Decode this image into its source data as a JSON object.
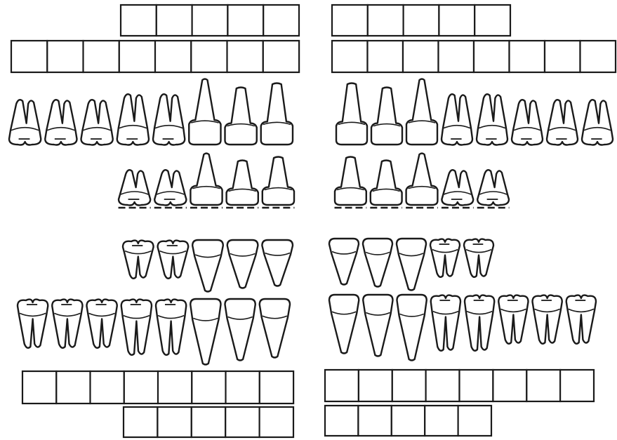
{
  "colors": {
    "ink": "#1a1a1a",
    "paper": "#ffffff",
    "cell_fill": "#ffffff"
  },
  "chart": {
    "title": "",
    "subject": "dental-chart"
  },
  "quadrants": {
    "upper_right": {
      "permanent": [
        "molar",
        "molar",
        "molar",
        "premolar",
        "premolar",
        "canine",
        "incisor-lateral",
        "incisor-central"
      ],
      "primary": [
        "molar",
        "molar",
        "canine",
        "incisor-lateral",
        "incisor-central"
      ],
      "permanent_cells": 8,
      "primary_cells": 5
    },
    "upper_left": {
      "permanent": [
        "incisor-central",
        "incisor-lateral",
        "canine",
        "premolar",
        "premolar",
        "molar",
        "molar",
        "molar"
      ],
      "primary": [
        "incisor-central",
        "incisor-lateral",
        "canine",
        "molar",
        "molar"
      ],
      "permanent_cells": 8,
      "primary_cells": 5
    },
    "lower_right": {
      "permanent": [
        "molar",
        "molar",
        "molar",
        "premolar",
        "premolar",
        "canine",
        "incisor-lateral",
        "incisor-central"
      ],
      "primary": [
        "molar",
        "molar",
        "canine",
        "incisor-lateral",
        "incisor-central"
      ],
      "permanent_cells": 8,
      "primary_cells": 5
    },
    "lower_left": {
      "permanent": [
        "incisor-central",
        "incisor-lateral",
        "canine",
        "premolar",
        "premolar",
        "molar",
        "molar",
        "molar"
      ],
      "primary": [
        "incisor-central",
        "incisor-lateral",
        "canine",
        "molar",
        "molar"
      ],
      "permanent_cells": 8,
      "primary_cells": 5
    }
  }
}
